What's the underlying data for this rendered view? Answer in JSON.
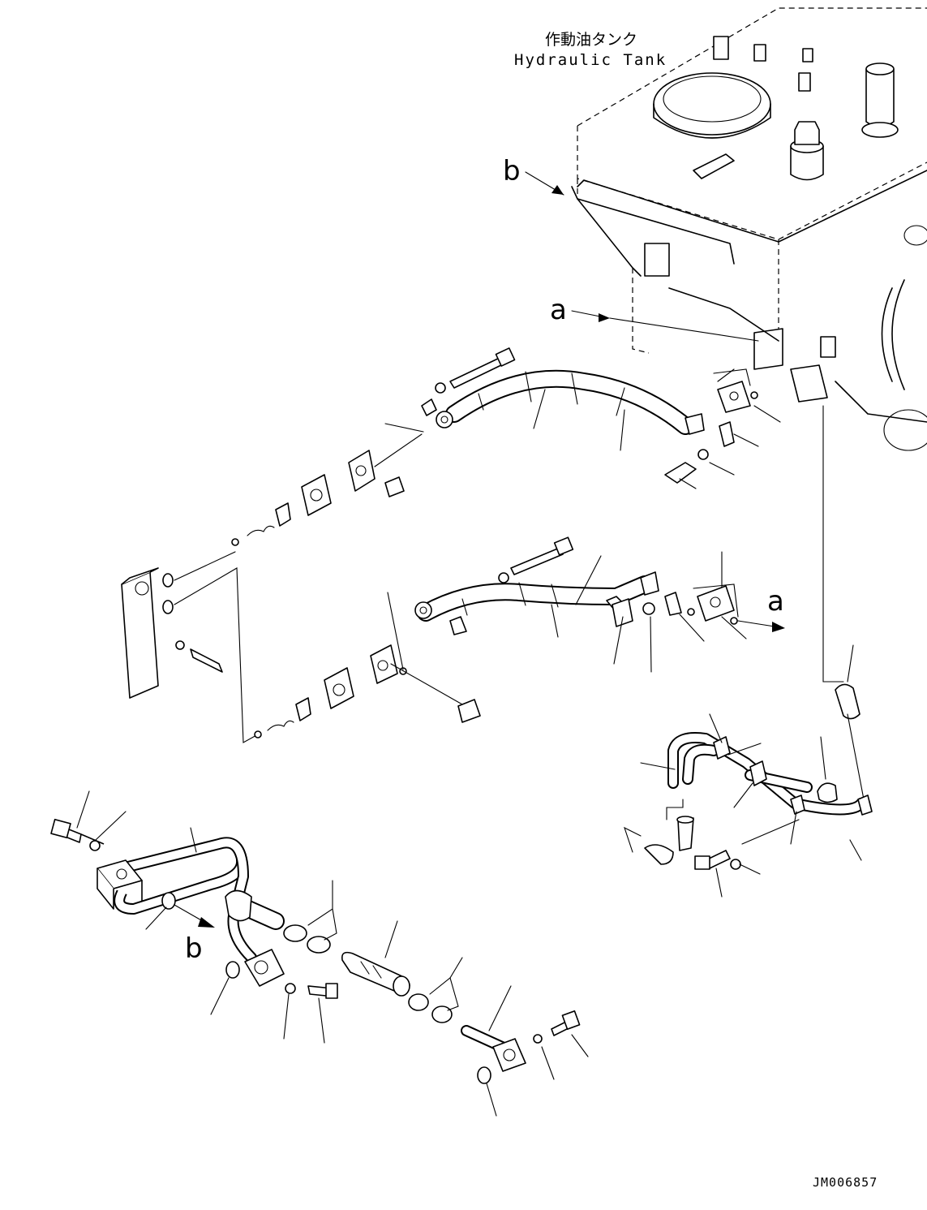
{
  "header": {
    "title_jp": "作動油タンク",
    "title_en": "Hydraulic Tank"
  },
  "callouts": {
    "b_top": "b",
    "a_top": "a",
    "a_right": "a",
    "b_bottom": "b"
  },
  "footer": {
    "drawing_id": "JM006857"
  }
}
